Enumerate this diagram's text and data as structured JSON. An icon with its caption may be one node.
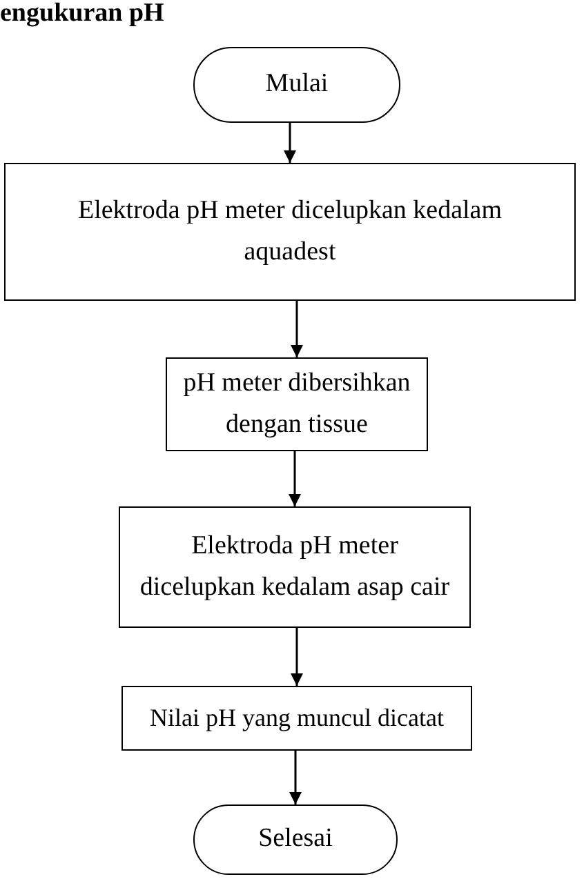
{
  "diagram": {
    "title": "engukuran pH",
    "nodes": [
      {
        "text": [
          "Mulai"
        ]
      },
      {
        "text": [
          "Elektroda pH meter dicelupkan kedalam aquadest"
        ]
      },
      {
        "text": [
          "pH meter dibersihkan dengan tissue"
        ]
      },
      {
        "text": [
          "Elektroda pH meter dicelupkan kedalam asap cair"
        ]
      },
      {
        "text": [
          "Nilai pH yang muncul dicatat"
        ]
      },
      {
        "text": [
          "Selesai"
        ]
      }
    ],
    "edges": [
      {
        "from": 0,
        "to": 1,
        "arrow": "to"
      },
      {
        "from": 1,
        "to": 2,
        "arrow": "to"
      },
      {
        "from": 2,
        "to": 3,
        "arrow": "to"
      },
      {
        "from": 3,
        "to": 4,
        "arrow": "to"
      },
      {
        "from": 4,
        "to": 5,
        "arrow": "to"
      }
    ]
  }
}
